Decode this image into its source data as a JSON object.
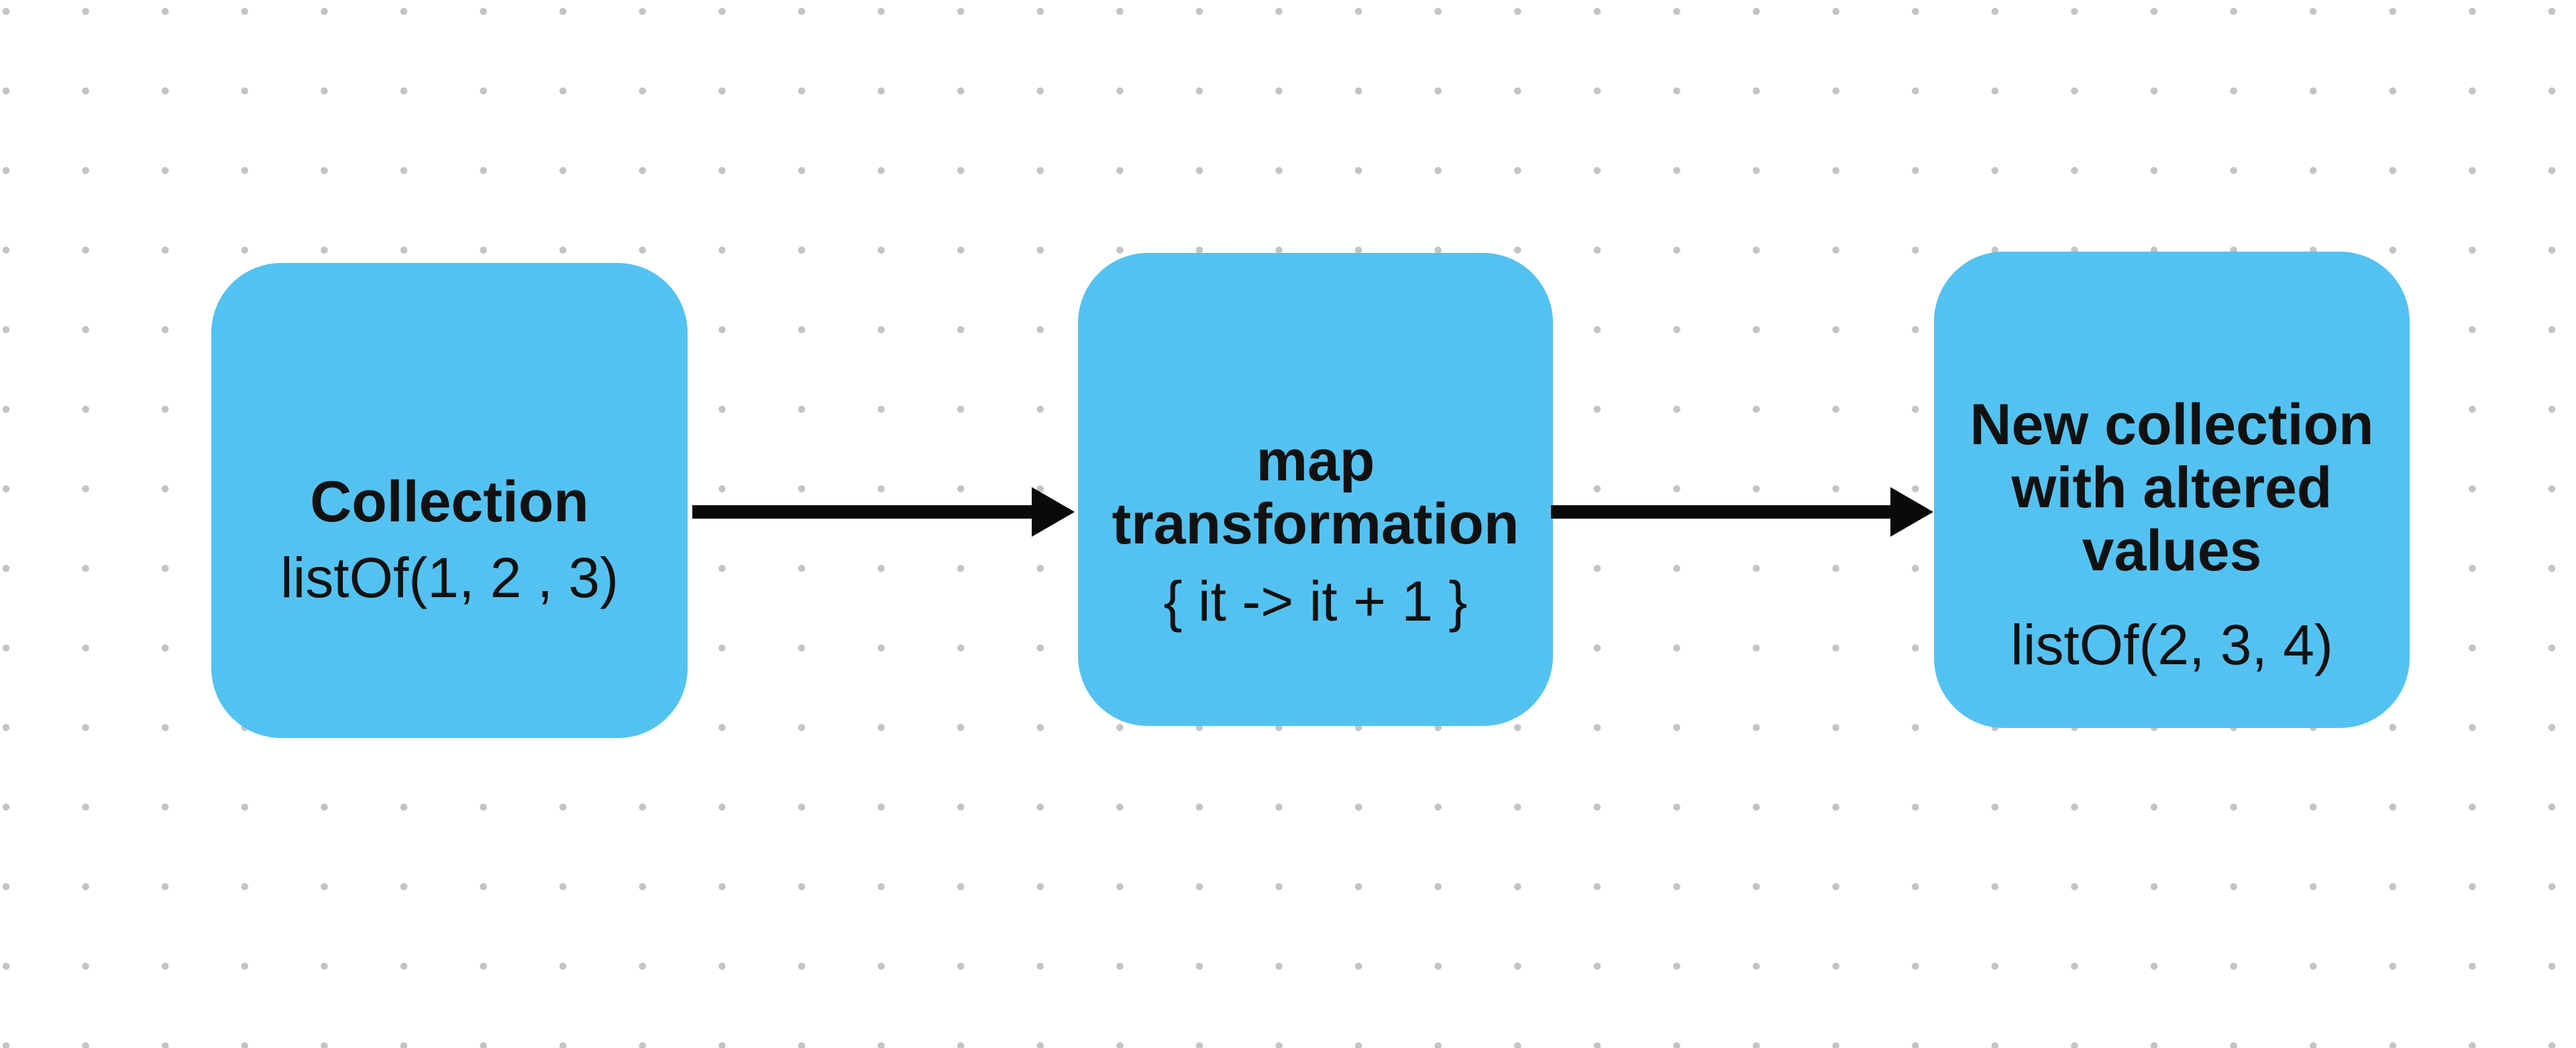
{
  "diagram": {
    "description": "Flow diagram of a Kotlin-style map transformation over a collection",
    "boxes": [
      {
        "id": "collection",
        "title_lines": [
          "Collection"
        ],
        "subtitle": "listOf(1, 2 , 3)"
      },
      {
        "id": "map-transformation",
        "title_lines": [
          "map",
          "transformation"
        ],
        "subtitle": "{ it -> it + 1 }"
      },
      {
        "id": "new-collection",
        "title_lines": [
          "New collection",
          "with altered",
          "values"
        ],
        "subtitle": "listOf(2, 3, 4)"
      }
    ],
    "connectors": [
      {
        "from": "collection",
        "to": "map-transformation",
        "type": "arrow-right"
      },
      {
        "from": "map-transformation",
        "to": "new-collection",
        "type": "arrow-right"
      }
    ]
  },
  "colors": {
    "background": "#ffffff",
    "box_fill": "#54c2f0",
    "text": "#111111",
    "arrow": "#0a0a0a",
    "dot": "#c4c4c4"
  }
}
